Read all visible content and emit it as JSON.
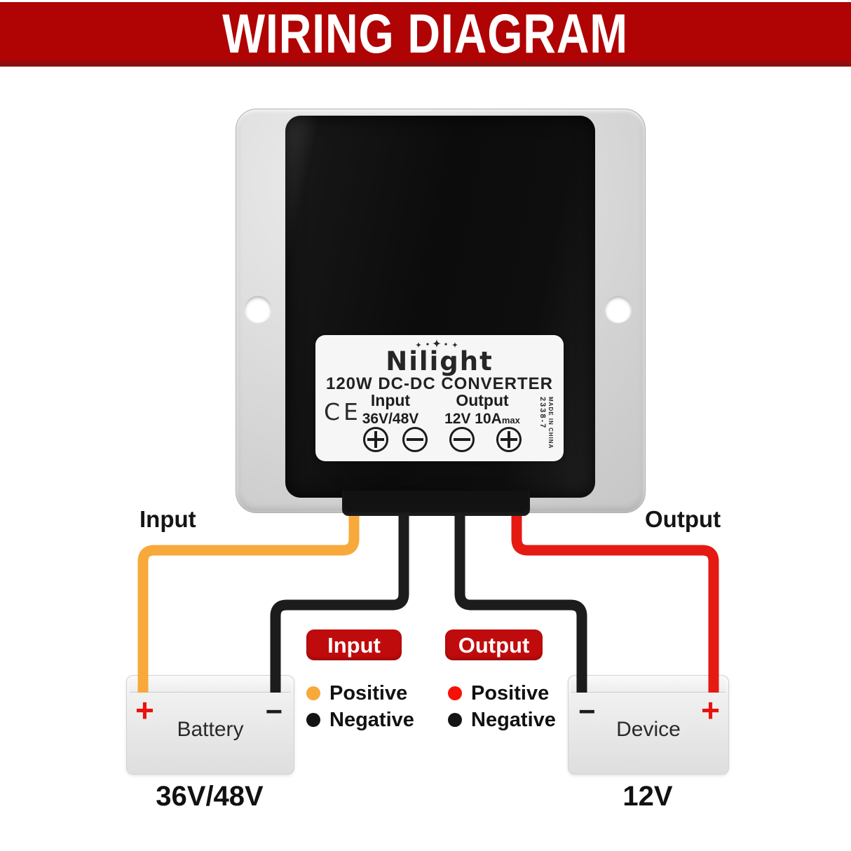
{
  "banner": {
    "title": "WIRING DIAGRAM",
    "bg": "#b00303",
    "accent_strip": "#8c1113",
    "text_color": "#ffffff"
  },
  "converter": {
    "brand": "Nilight",
    "title": "120W DC-DC CONVERTER",
    "certification": "CE",
    "input_label": "Input",
    "input_value": "36V/48V",
    "output_label": "Output",
    "output_value": "12V 10A",
    "output_value_suffix": "max",
    "terminal_polarity_order": [
      "+",
      "−",
      "−",
      "+"
    ],
    "side_code": "2338-7",
    "side_origin": "MADE IN CHINA"
  },
  "wire_labels": {
    "input": "Input",
    "output": "Output"
  },
  "legend": {
    "badge_bg": "#c00b0c",
    "input": {
      "title": "Input",
      "items": [
        {
          "label": "Positive",
          "color": "#f7a93b"
        },
        {
          "label": "Negative",
          "color": "#141414"
        }
      ]
    },
    "output": {
      "title": "Output",
      "items": [
        {
          "label": "Positive",
          "color": "#f51108"
        },
        {
          "label": "Negative",
          "color": "#141414"
        }
      ]
    }
  },
  "battery": {
    "name": "Battery",
    "positive_symbol": "+",
    "negative_symbol": "−",
    "voltage": "36V/48V"
  },
  "device": {
    "name": "Device",
    "positive_symbol": "+",
    "negative_symbol": "−",
    "voltage": "12V"
  },
  "colors": {
    "wire_input_positive": "#f7a93b",
    "wire_output_positive": "#e51a13",
    "wire_negative": "#1c1c1c",
    "terminal_positive_red": "#e9130d"
  }
}
